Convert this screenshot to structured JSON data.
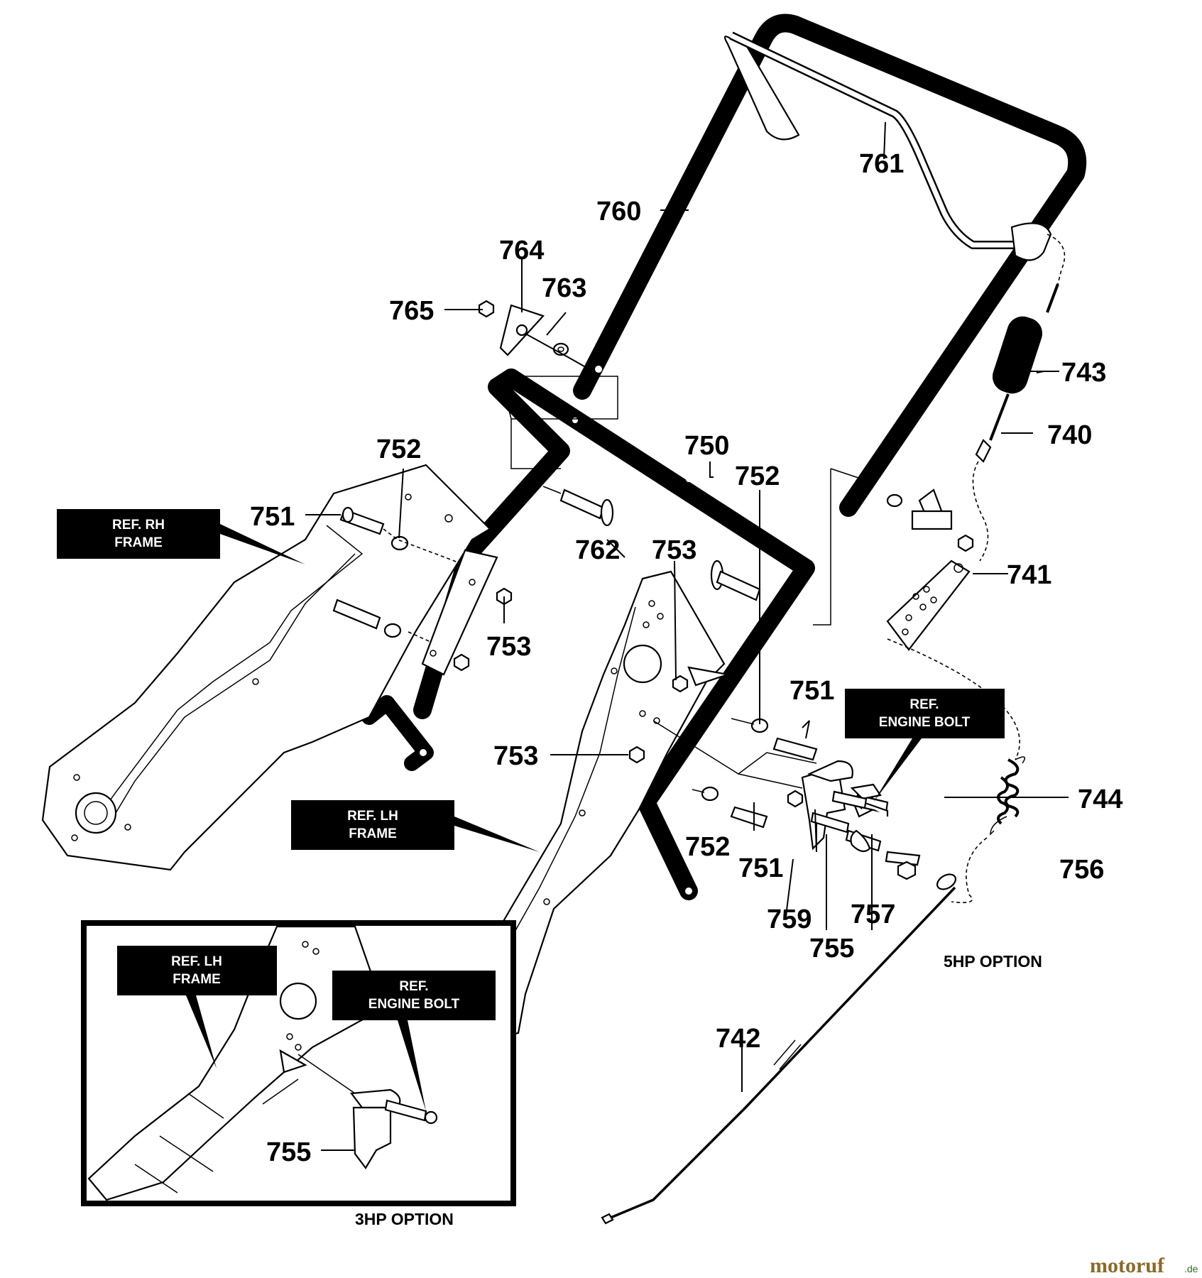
{
  "parts": {
    "p760": "760",
    "p761": "761",
    "p764": "764",
    "p763": "763",
    "p765": "765",
    "p743": "743",
    "p740": "740",
    "p750": "750",
    "p752a": "752",
    "p752b": "752",
    "p752c": "752",
    "p751a": "751",
    "p751b": "751",
    "p751c": "751",
    "p762": "762",
    "p753a": "753",
    "p753b": "753",
    "p753c": "753",
    "p741": "741",
    "p744": "744",
    "p756": "756",
    "p759": "759",
    "p757": "757",
    "p755a": "755",
    "p755b": "755",
    "p742": "742"
  },
  "refs": {
    "rh_frame": [
      "REF. RH",
      "FRAME"
    ],
    "lh_frame": [
      "REF. LH",
      "FRAME"
    ],
    "engine_bolt": [
      "REF.",
      "ENGINE BOLT"
    ],
    "inset_lh_frame": [
      "REF. LH",
      "FRAME"
    ],
    "inset_engine_bolt": [
      "REF.",
      "ENGINE BOLT"
    ]
  },
  "options": {
    "hp5": "5HP OPTION",
    "hp3": "3HP OPTION"
  },
  "watermark": {
    "brand": "motoruf",
    "tld": ".de"
  },
  "colors": {
    "ink": "#000000",
    "paper": "#ffffff",
    "watermark_brand": "#8a6a2a",
    "watermark_accent": "#3a6a2a"
  }
}
